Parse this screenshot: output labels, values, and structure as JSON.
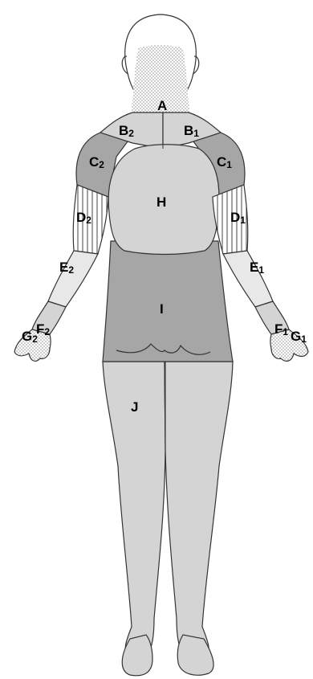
{
  "regions": [
    {
      "id": "A",
      "label": "A",
      "subscript": "",
      "shade": "dotted"
    },
    {
      "id": "B2",
      "label": "B",
      "subscript": "2",
      "shade": "light-gray"
    },
    {
      "id": "B1",
      "label": "B",
      "subscript": "1",
      "shade": "light-gray"
    },
    {
      "id": "C2",
      "label": "C",
      "subscript": "2",
      "shade": "dark-gray"
    },
    {
      "id": "C1",
      "label": "C",
      "subscript": "1",
      "shade": "dark-gray"
    },
    {
      "id": "H",
      "label": "H",
      "subscript": "",
      "shade": "light-gray"
    },
    {
      "id": "D2",
      "label": "D",
      "subscript": "2",
      "shade": "striped"
    },
    {
      "id": "D1",
      "label": "D",
      "subscript": "1",
      "shade": "striped"
    },
    {
      "id": "E2",
      "label": "E",
      "subscript": "2",
      "shade": "very-light-gray"
    },
    {
      "id": "E1",
      "label": "E",
      "subscript": "1",
      "shade": "very-light-gray"
    },
    {
      "id": "I",
      "label": "I",
      "subscript": "",
      "shade": "dark-gray"
    },
    {
      "id": "F2",
      "label": "F",
      "subscript": "2",
      "shade": "light-gray"
    },
    {
      "id": "F1",
      "label": "F",
      "subscript": "1",
      "shade": "light-gray"
    },
    {
      "id": "G2",
      "label": "G",
      "subscript": "2",
      "shade": "dotted"
    },
    {
      "id": "G1",
      "label": "G",
      "subscript": "1",
      "shade": "dotted"
    },
    {
      "id": "J",
      "label": "J",
      "subscript": "",
      "shade": "light-gray"
    }
  ],
  "colors": {
    "dark_gray": "#a6a6a6",
    "light_gray": "#d4d4d4",
    "very_light_gray": "#e8e8e8",
    "outline": "#333333"
  }
}
